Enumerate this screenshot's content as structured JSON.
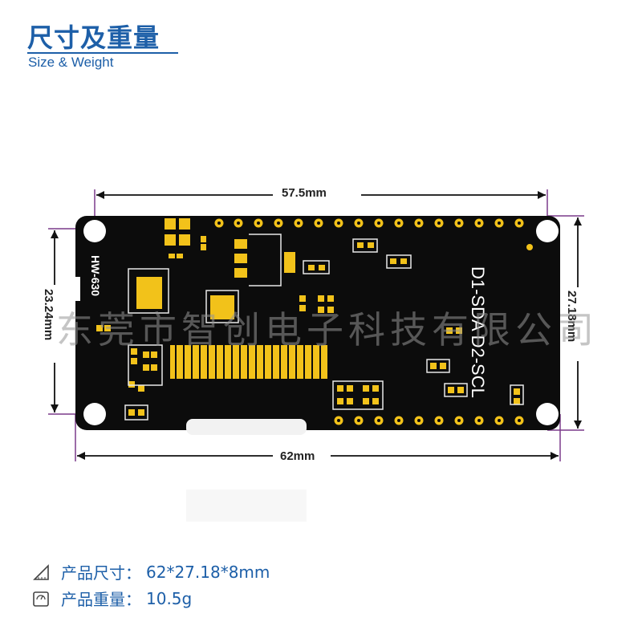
{
  "header": {
    "title": "尺寸及重量",
    "subtitle": "Size & Weight"
  },
  "dimensions": {
    "top_width": "57.5mm",
    "bottom_width": "62mm",
    "left_height": "23.24mm",
    "right_height": "27.18mm"
  },
  "board": {
    "model": "HW-630",
    "pin_label": "D1-SDA  D2-SCL"
  },
  "watermark": "东莞市智创电子科技有限公司",
  "specs": [
    {
      "icon": "ruler-triangle-icon",
      "label": "产品尺寸：",
      "value": "62*27.18*8mm"
    },
    {
      "icon": "weight-scale-icon",
      "label": "产品重量：",
      "value": "10.5g"
    }
  ],
  "colors": {
    "accent": "#1d5fa8",
    "pcb": "#0c0c0c",
    "gold": "#f2c21a",
    "dimension_line": "#7a3a8a"
  }
}
